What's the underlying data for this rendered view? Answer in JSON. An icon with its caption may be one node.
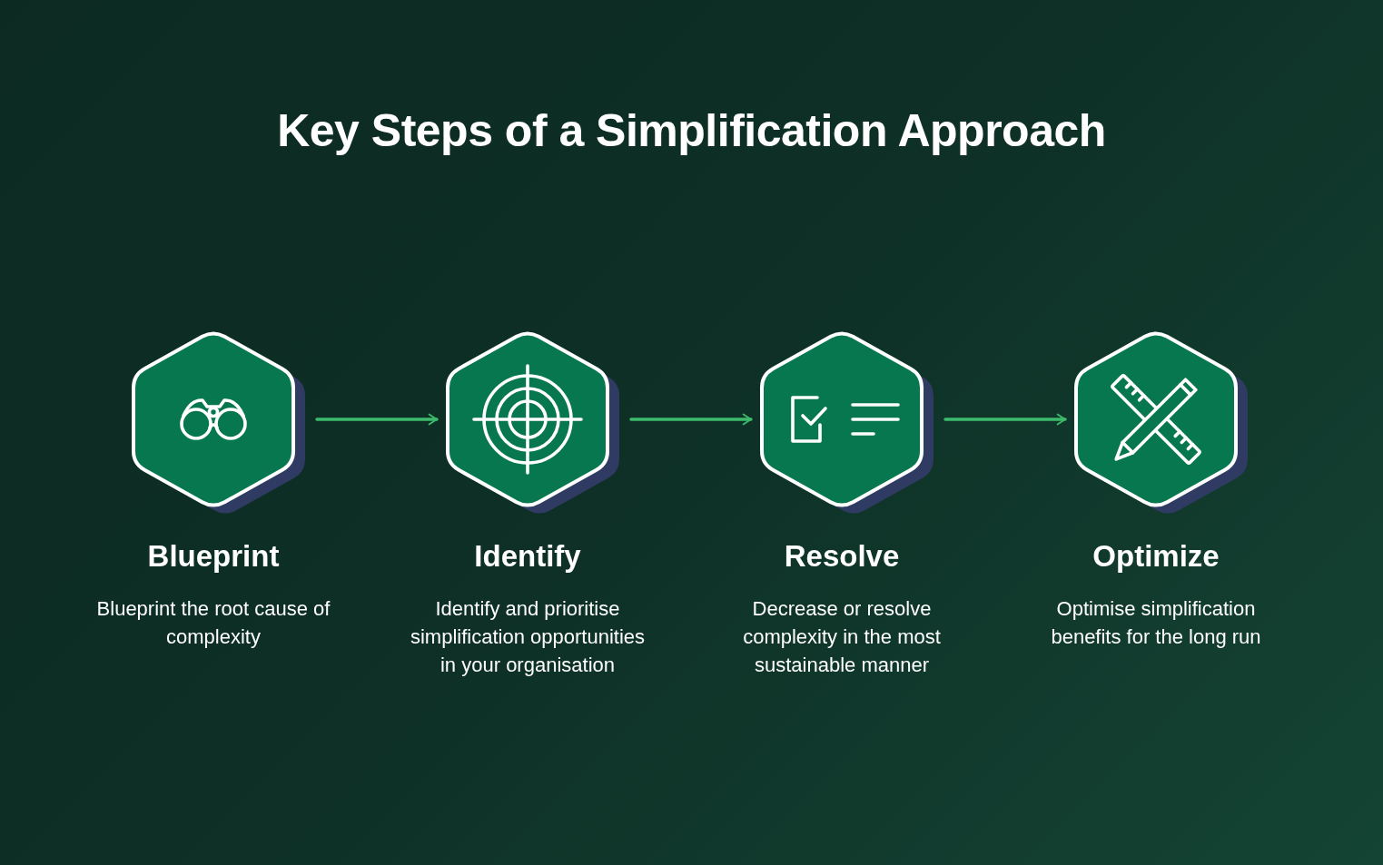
{
  "diagram": {
    "title": "Key Steps of a Simplification Approach",
    "nodes": [
      {
        "text": [],
        "shape": "hexagon",
        "beside": [
          "Blueprint",
          "Blueprint the root cause of complexity"
        ]
      },
      {
        "text": [],
        "shape": "hexagon",
        "beside": [
          "Identify",
          "Identify and prioritise simplification opportunities in your organisation"
        ]
      },
      {
        "text": [],
        "shape": "hexagon",
        "beside": [
          "Resolve",
          "Decrease or resolve complexity in the most sustainable manner"
        ]
      },
      {
        "text": [],
        "shape": "hexagon",
        "beside": [
          "Optimize",
          "Optimise simplification benefits for the long run"
        ]
      }
    ],
    "edges": [
      {
        "from": 0,
        "to": 1,
        "arrow": "to"
      },
      {
        "from": 1,
        "to": 2,
        "arrow": "to"
      },
      {
        "from": 2,
        "to": 3,
        "arrow": "to"
      }
    ]
  }
}
